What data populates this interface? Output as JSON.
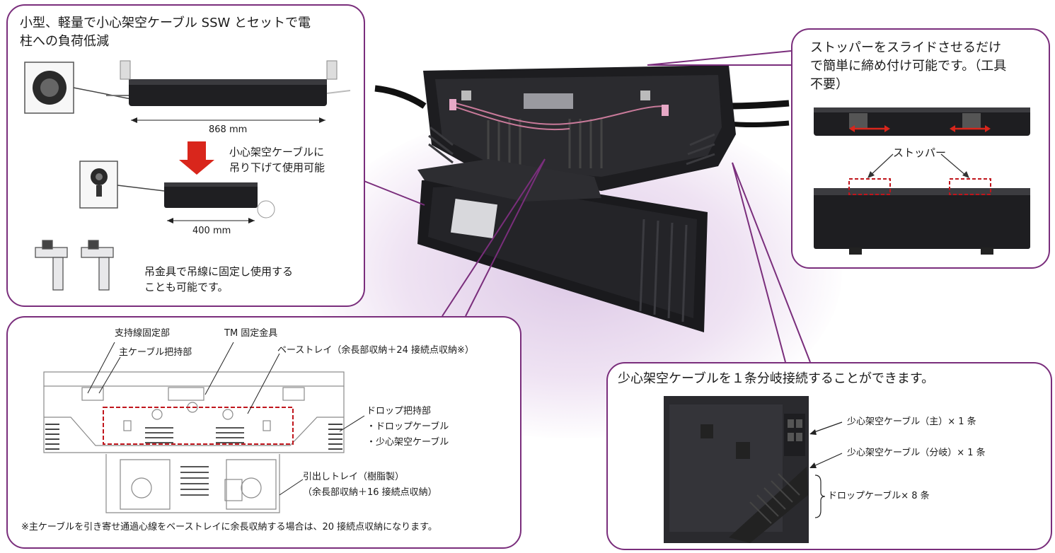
{
  "colors": {
    "frame": "#7a2e7c",
    "arrow_red": "#d9261c",
    "dash_red": "#c0151c",
    "glow": "#e6d6ec",
    "case_dark": "#1d1d20"
  },
  "panel_top_left": {
    "title_line1": "小型、軽量で小心架空ケーブル SSW とセットで電",
    "title_line2": "柱への負荷低減",
    "dim_long": "868 mm",
    "hang_line1": "小心架空ケーブルに",
    "hang_line2": "吊り下げて使用可能",
    "dim_short": "400 mm",
    "clamp_line1": "吊金具で吊線に固定し使用する",
    "clamp_line2": "ことも可能です。"
  },
  "panel_top_right": {
    "line1": "ストッパーをスライドさせるだけ",
    "line2": "で簡単に締め付け可能です。（工具",
    "line3": "不要）",
    "stopper_label": "ストッパー"
  },
  "panel_bottom_left": {
    "label_support": "支持線固定部",
    "label_main_grip": "主ケーブル把持部",
    "label_tm": "TM 固定金具",
    "label_base_tray": "ベーストレイ（余長部収納＋24 接続点収納※）",
    "label_drop_grip": "ドロップ把持部",
    "label_drop_cable": "・ドロップケーブル",
    "label_small_cable": "・少心架空ケーブル",
    "label_pull_tray1": "引出しトレイ（樹脂製）",
    "label_pull_tray2": "（余長部収納＋16 接続点収納）",
    "note": "※主ケーブルを引き寄せ通過心線をベーストレイに余長収納する場合は、20 接続点収納になります。"
  },
  "panel_bottom_right": {
    "title": "少心架空ケーブルを１条分岐接続することができます。",
    "label_main": "少心架空ケーブル（主）× 1 条",
    "label_branch": "少心架空ケーブル（分岐）× 1 条",
    "label_drop": "ドロップケーブル× 8 条"
  }
}
